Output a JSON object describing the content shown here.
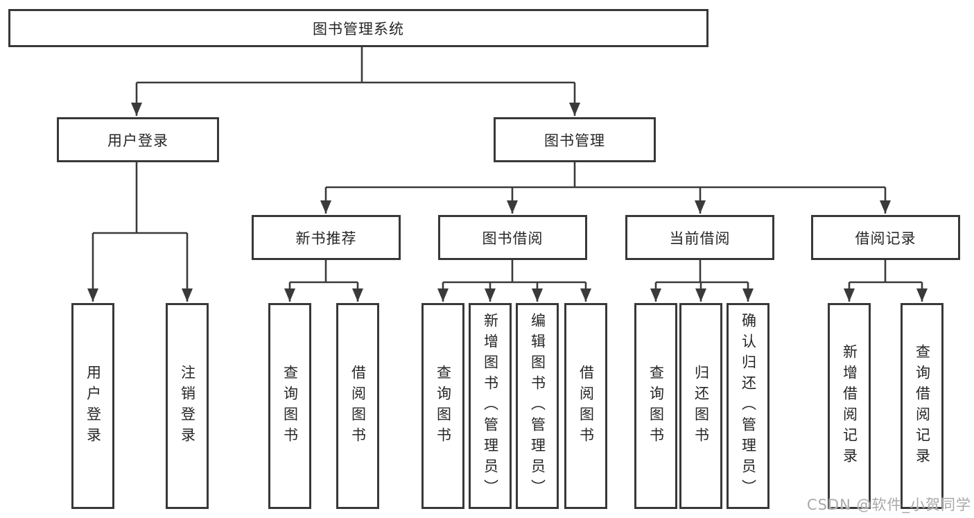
{
  "diagram": {
    "root": "图书管理系统",
    "user_branch": {
      "label": "用户登录",
      "children": [
        "用户登录",
        "注销登录"
      ]
    },
    "mgmt_branch": {
      "label": "图书管理",
      "groups": [
        {
          "label": "新书推荐",
          "children": [
            "查询图书",
            "借阅图书"
          ]
        },
        {
          "label": "图书借阅",
          "children": [
            "查询图书",
            "新增图书（管理员）",
            "编辑图书（管理员）",
            "借阅图书"
          ]
        },
        {
          "label": "当前借阅",
          "children": [
            "查询图书",
            "归还图书",
            "确认归还（管理员）"
          ]
        },
        {
          "label": "借阅记录",
          "children": [
            "新增借阅记录",
            "查询借阅记录"
          ]
        }
      ]
    }
  },
  "watermark": "CSDN @软件_小贺同学",
  "colors": {
    "line": "#3a3a3a",
    "box_border": "#383838",
    "text": "#262626",
    "background": "#ffffff",
    "watermark": "#a9a9a9"
  }
}
